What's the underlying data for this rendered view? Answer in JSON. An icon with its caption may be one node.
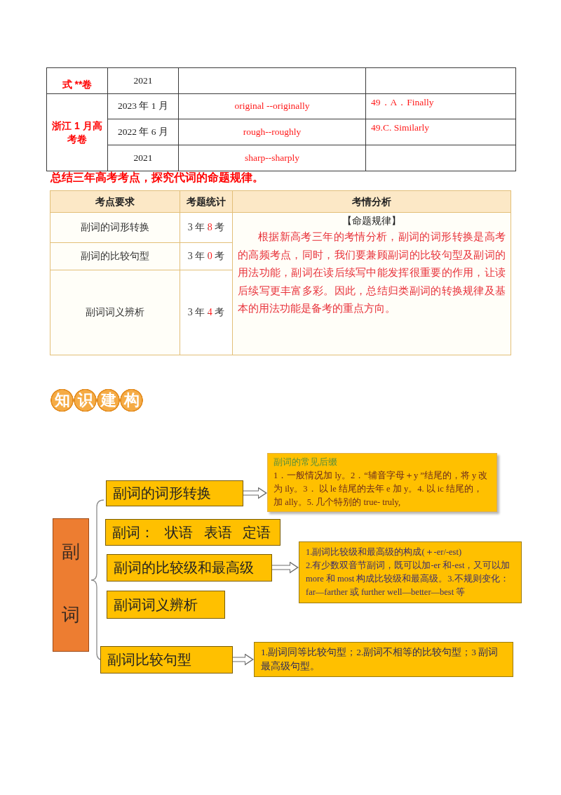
{
  "diagram": {
    "nodes": [
      {
        "text": [
          "副词"
        ]
      },
      {
        "text": [
          "副词的词形转换"
        ]
      },
      {
        "text": [
          "副词的常见后缀",
          "1．一般情况加 ly。2．“辅音字母＋y ”结尾的，将 y 改为 ily。3． 以 le 结尾的去年 e 加 y。4. 以 ic 结尾的，加 ally。5. 几个特别的 true- truly,"
        ]
      },
      {
        "text": [
          "副词： 状语 表语 定语"
        ]
      },
      {
        "text": [
          "副词的比较级和最高级"
        ]
      },
      {
        "text": [
          "1.副词比较级和最高级的构成(＋-er/-est)",
          "2.有少数双音节副词，既可以加-er 和-est，又可以加 more 和 most 构成比较级和最高级。3.不规则变化：far—farther 或 further well—better—best 等"
        ]
      },
      {
        "text": [
          "副词词义辨析"
        ]
      },
      {
        "text": [
          "副词比较句型"
        ]
      },
      {
        "text": [
          "1.副词同等比较句型；2.副词不相等的比较句型；3 副词最高级句型。"
        ]
      }
    ],
    "edges": [
      {
        "from": 1,
        "to": 2,
        "arrow": "to"
      },
      {
        "from": 4,
        "to": 5,
        "arrow": "to"
      },
      {
        "from": 7,
        "to": 8,
        "arrow": "to"
      }
    ],
    "labels": [
      "式 **卷",
      "2021",
      "浙江 1 月高考卷",
      "2023 年 1 月",
      "original --originally",
      "49．A．Finally",
      "2022 年 6 月",
      "rough--roughly",
      "49.C. Similarly",
      "2021",
      "sharp--sharply",
      "总结三年高考考点，探究代词的命题规律。",
      "考点要求",
      "考题统计",
      "考情分析",
      "副词的词形转换",
      "3 年 8 考",
      "【命题规律】",
      "根据新高考三年的考情分析，副词的词形转换是高考的高频考点，同时，我们要兼顾副词的比较句型及副词的用法功能，副词在读后续写中能发挥很重要的作用，让读后续写更丰富多彩。因此，总结归类副词的转换规律及基本的用法功能是备考的重点方向。",
      "副词的比较句型",
      "3 年 0 考",
      "副词词义辨析",
      "3 年 4 考",
      "知识建构"
    ]
  }
}
